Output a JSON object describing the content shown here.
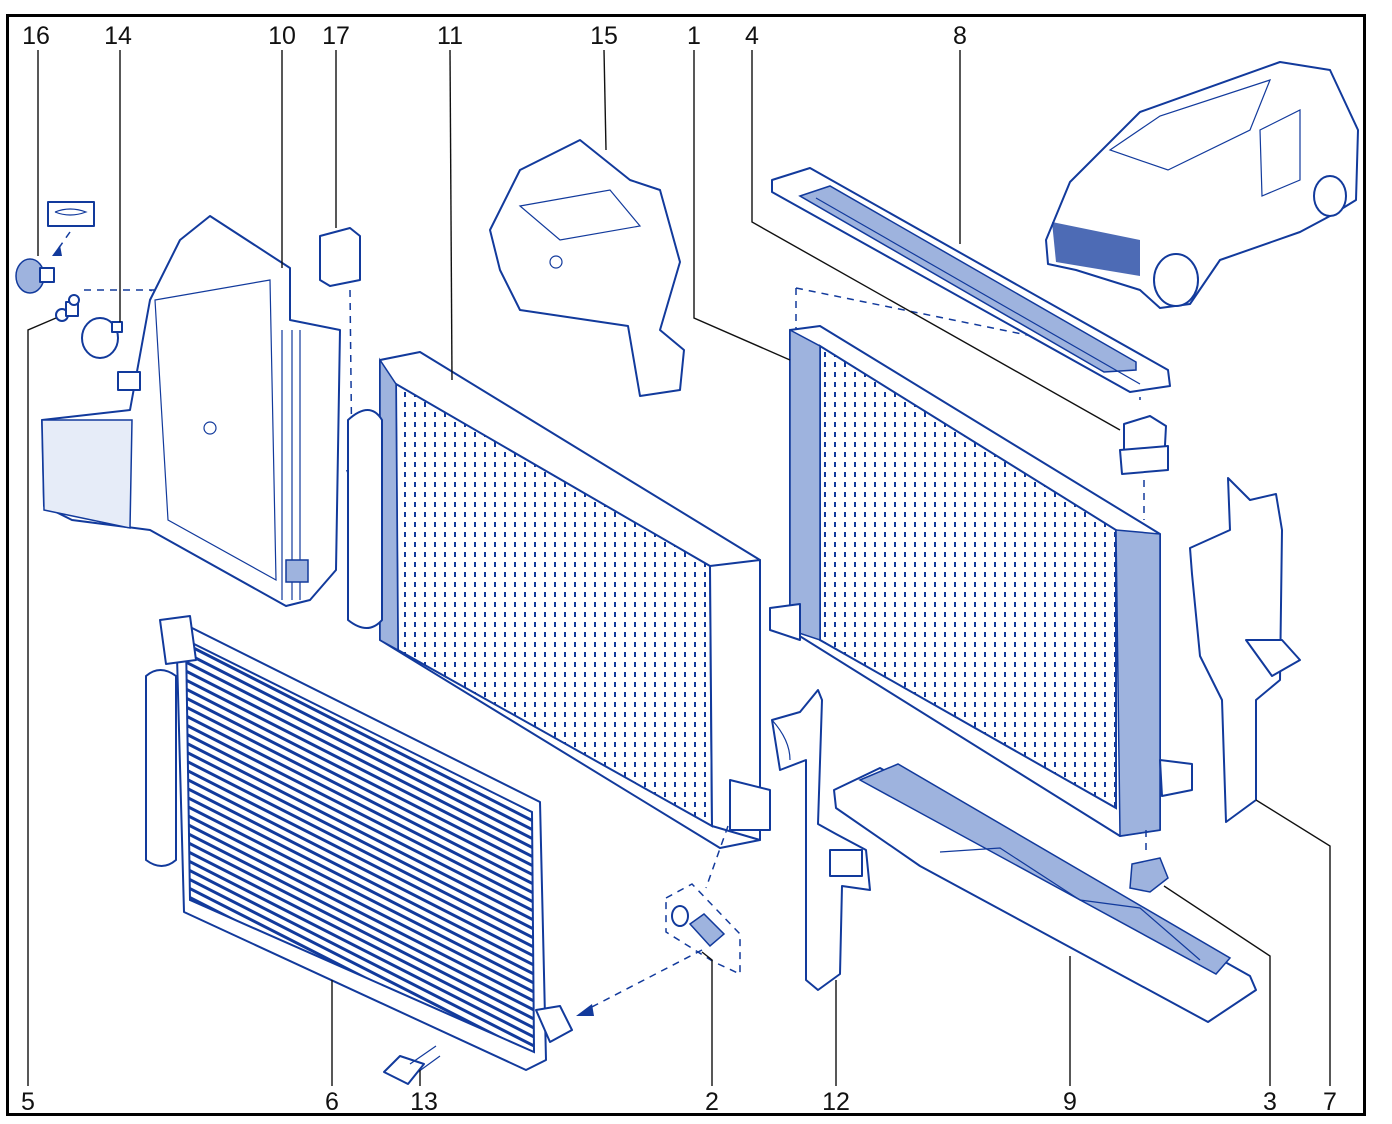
{
  "diagram": {
    "colors": {
      "ink": "#123a9c",
      "shade": "#9eb3de",
      "text": "#111111",
      "frame": "#000000"
    },
    "parts": {
      "p1": "1",
      "p2": "2",
      "p3": "3",
      "p4": "4",
      "p5": "5",
      "p6": "6",
      "p7": "7",
      "p8": "8",
      "p9": "9",
      "p10": "10",
      "p11": "11",
      "p12": "12",
      "p13": "13",
      "p14": "14",
      "p15": "15",
      "p16": "16",
      "p17": "17"
    }
  }
}
